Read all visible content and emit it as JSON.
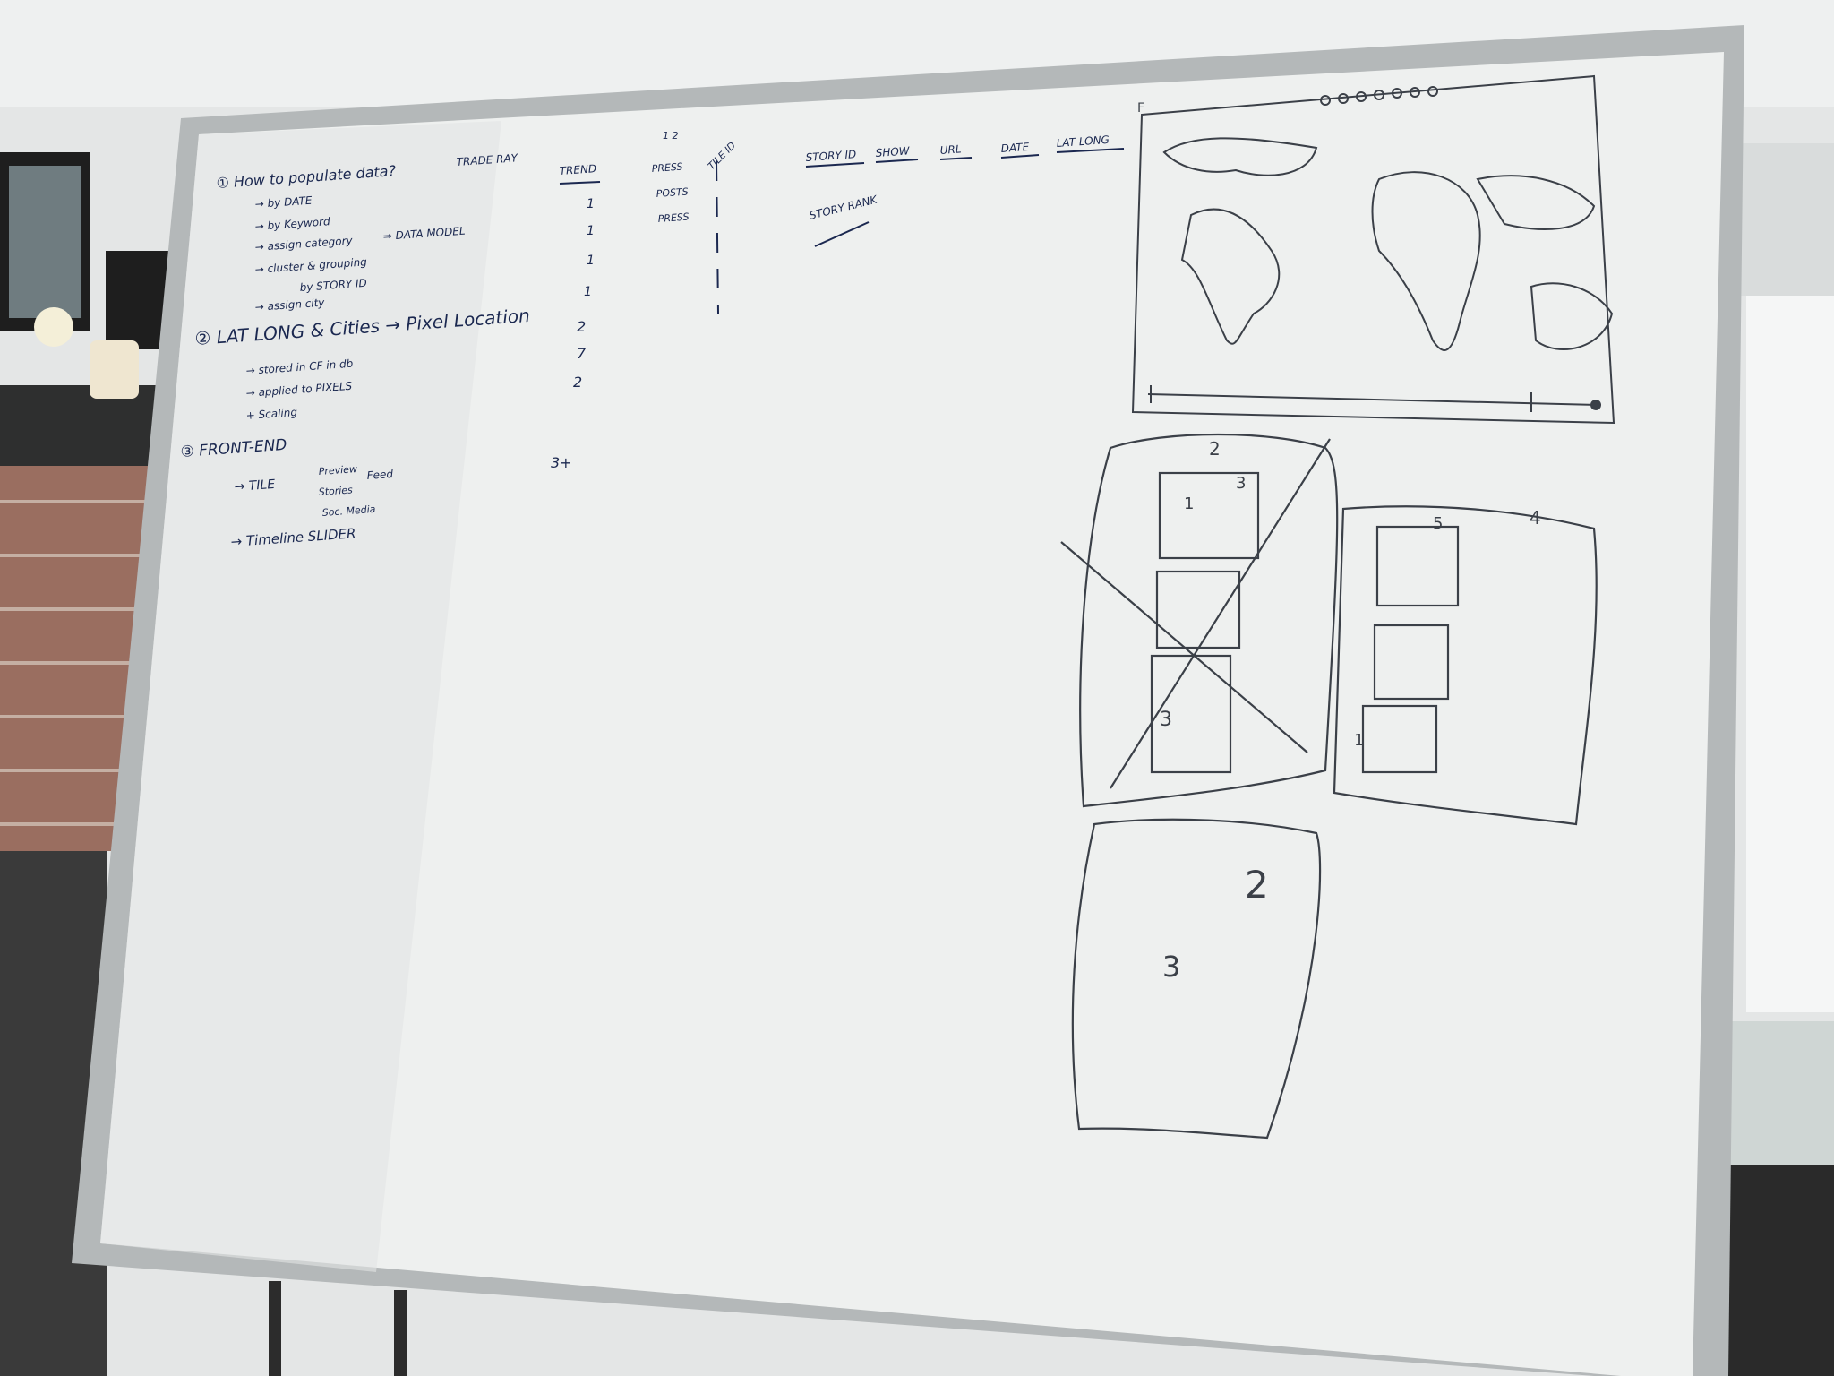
{
  "whiteboard": {
    "section1": {
      "heading": "① How to populate data?",
      "items": [
        "→ by DATE",
        "→ by Keyword",
        "→ assign category",
        "→ cluster & grouping",
        "by STORY ID",
        "→ assign city"
      ],
      "side_note": "⇒ DATA MODEL"
    },
    "section2": {
      "heading": "② LAT LONG & Cities → Pixel Location",
      "items": [
        "→ stored in CF in db",
        "→ applied to PIXELS",
        "+ Scaling"
      ]
    },
    "section3": {
      "heading": "③ FRONT-END",
      "tile_label": "→ TILE",
      "tile_branches": [
        "Preview",
        "Stories",
        "Soc. Media"
      ],
      "tile_note": "Feed",
      "timeline": "→ Timeline SLIDER"
    },
    "columns": {
      "col1": "TRADE RAY",
      "col2": "TREND",
      "col2_marks": [
        "1",
        "1",
        "1",
        "1",
        "2",
        "7",
        "2",
        "3+"
      ],
      "col3_rows": [
        "PRESS",
        "POSTS",
        "PRESS"
      ],
      "col3_top": "1 2",
      "col4_header": "TILE ID",
      "headers": [
        "STORY ID",
        "SHOW",
        "URL",
        "DATE",
        "LAT LONG"
      ],
      "story_rank": "STORY RANK"
    },
    "sketches": {
      "map_corner": "F",
      "tile1_number": "2",
      "tile1_inner": [
        "3",
        "1",
        "3"
      ],
      "tile2_number": "4",
      "tile2_inner": [
        "5",
        "1"
      ],
      "tile3_numbers": [
        "2",
        "3"
      ]
    }
  }
}
